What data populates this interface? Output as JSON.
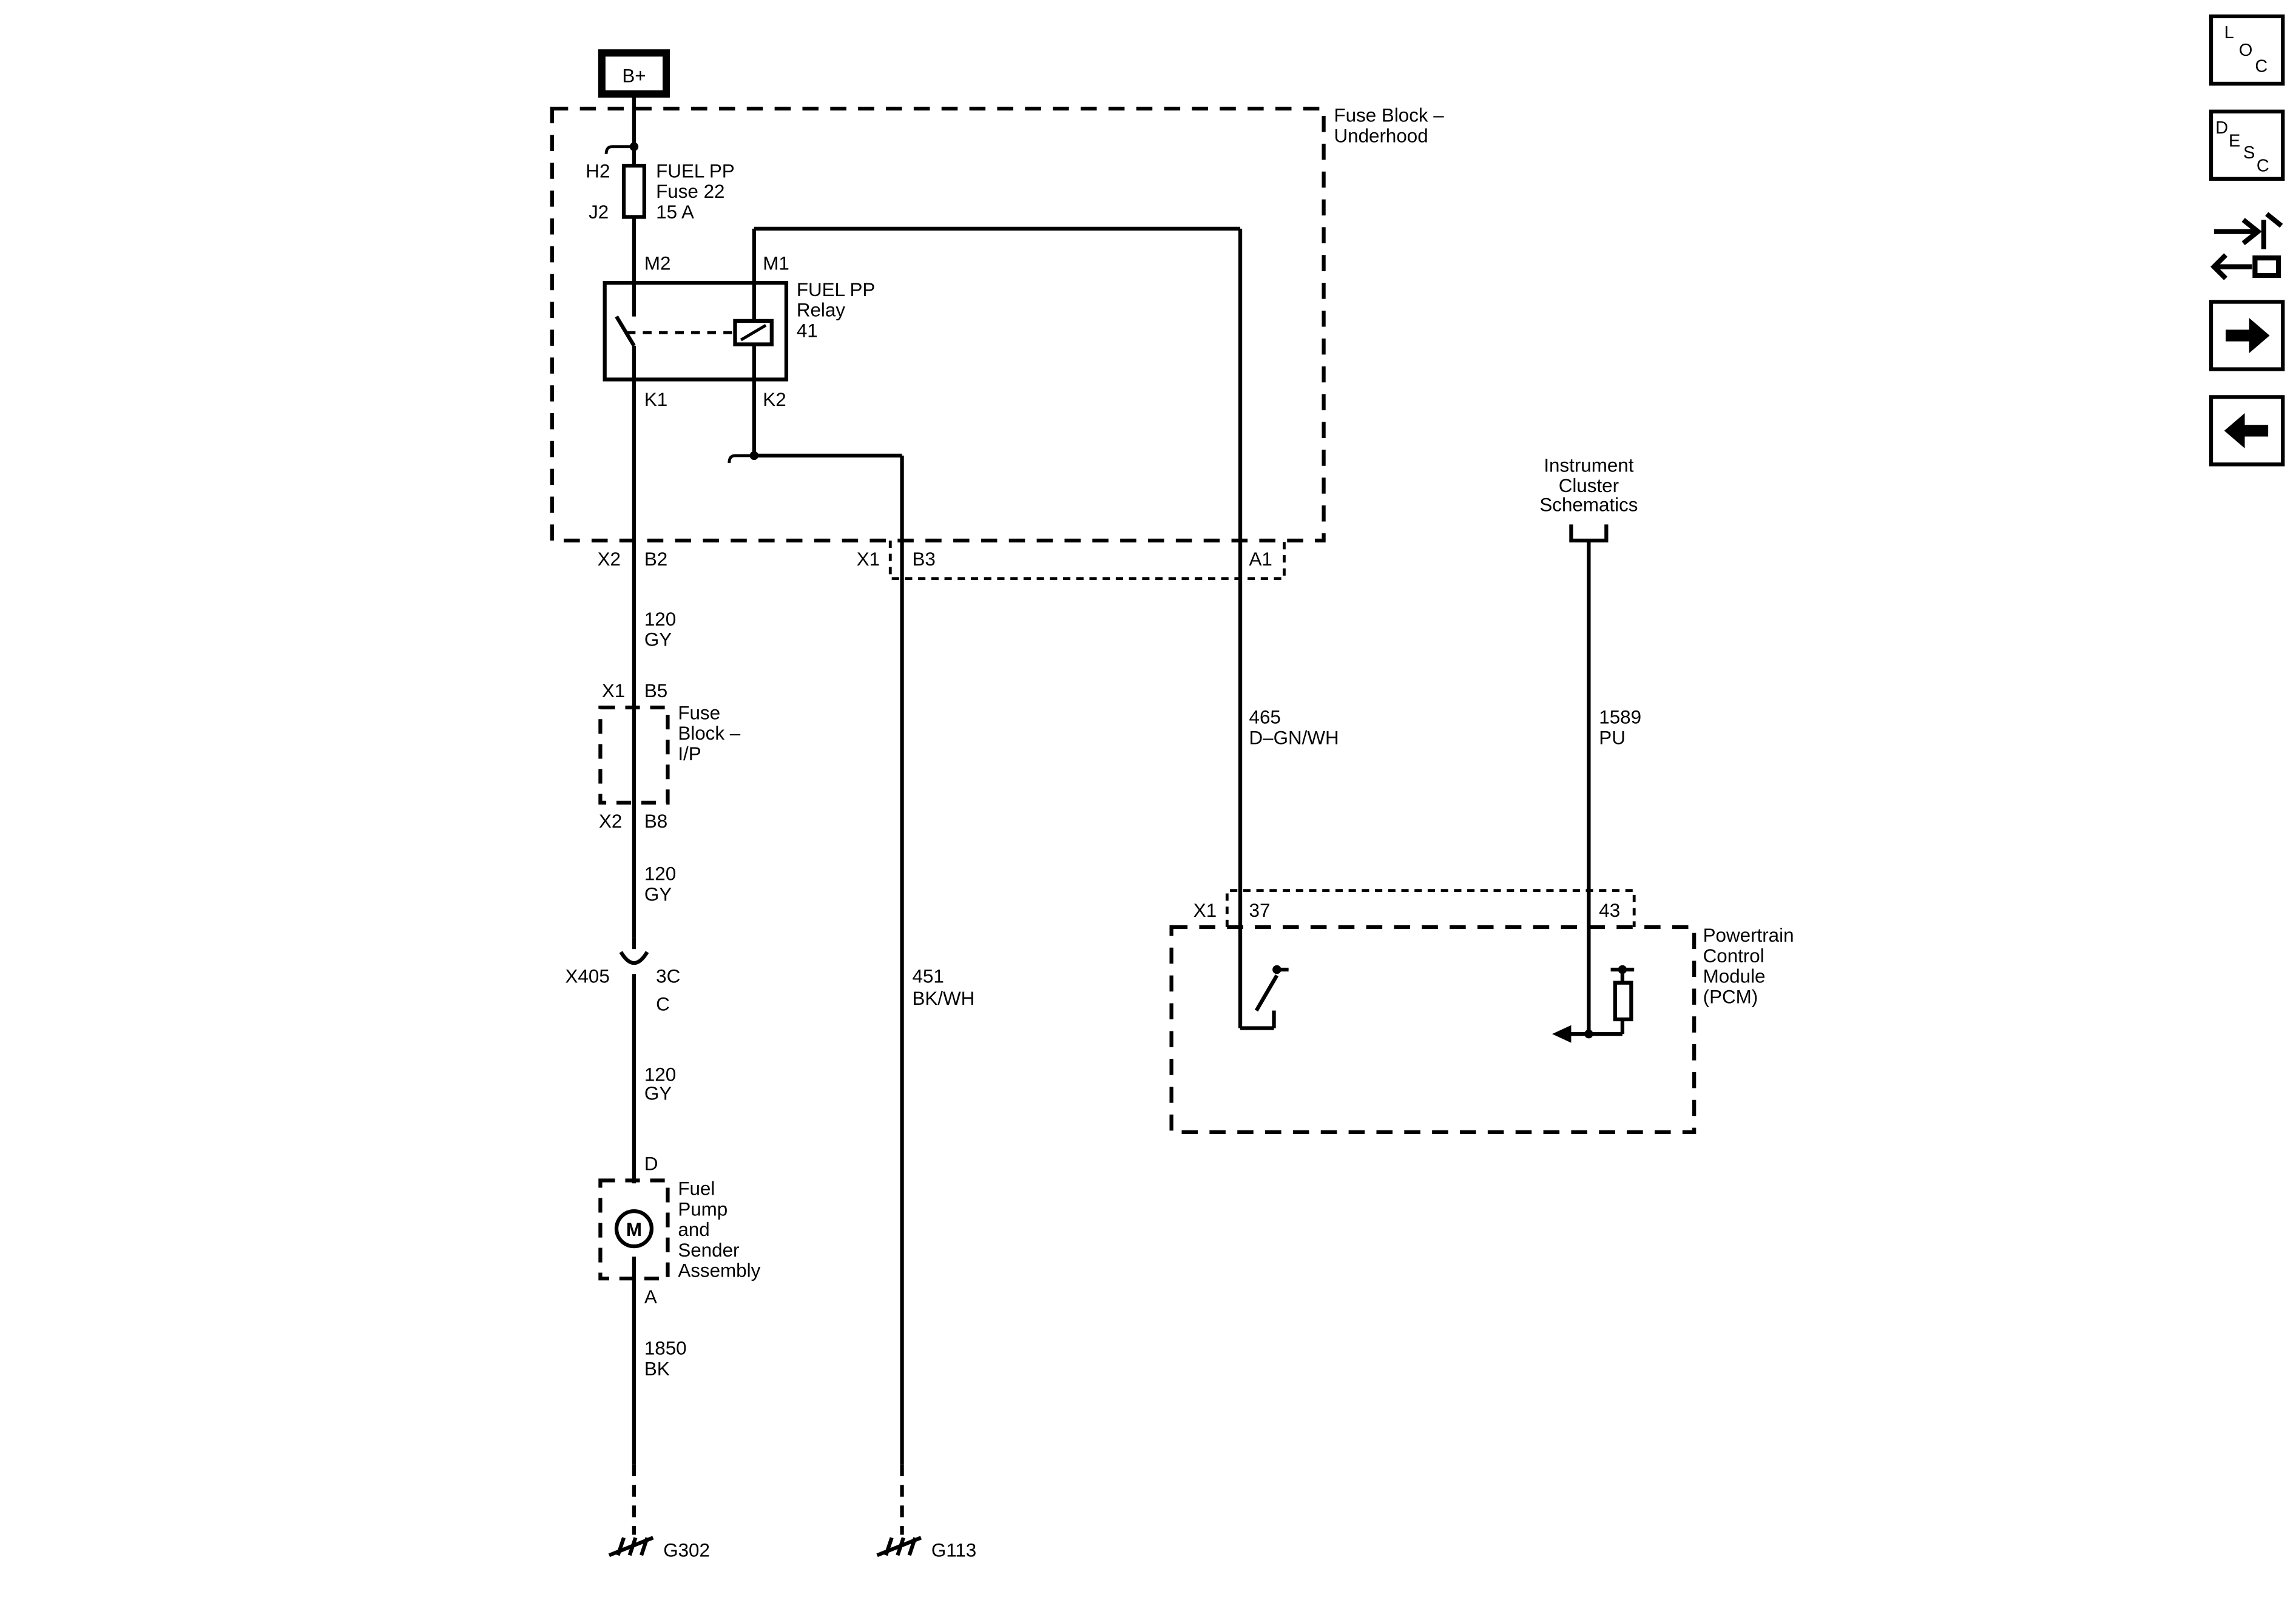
{
  "power": {
    "bplus": "B+"
  },
  "fuse_block_underhood": {
    "label1": "Fuse Block –",
    "label2": "Underhood"
  },
  "fuse": {
    "h2": "H2",
    "j2": "J2",
    "name": "FUEL PP",
    "fuse": "Fuse 22",
    "rating": "15 A"
  },
  "relay": {
    "m2": "M2",
    "m1": "M1",
    "name": "FUEL PP",
    "relay": "Relay",
    "number": "41",
    "k1": "K1",
    "k2": "K2"
  },
  "connectors": {
    "x2a": "X2",
    "b2": "B2",
    "x1a": "X1",
    "b3": "B3",
    "a1": "A1",
    "x1b": "X1",
    "b5": "B5",
    "x2b": "X2",
    "b8": "B8",
    "x405": "X405",
    "c3": "3C",
    "c": "C",
    "d": "D",
    "a": "A",
    "x1c": "X1",
    "p37": "37",
    "p43": "43"
  },
  "wires": {
    "w1_num": "120",
    "w1_col": "GY",
    "w2_num": "120",
    "w2_col": "GY",
    "w3_num": "120",
    "w3_col": "GY",
    "w4_num": "1850",
    "w4_col": "BK",
    "w5_num": "451",
    "w5_col": "BK/WH",
    "w6_num": "465",
    "w6_col": "D–GN/WH",
    "w7_num": "1589",
    "w7_col": "PU"
  },
  "fuse_block_ip": {
    "l1": "Fuse",
    "l2": "Block –",
    "l3": "I/P"
  },
  "fuel_pump": {
    "motor": "M",
    "l1": "Fuel",
    "l2": "Pump",
    "l3": "and",
    "l4": "Sender",
    "l5": "Assembly"
  },
  "grounds": {
    "g302": "G302",
    "g113": "G113"
  },
  "instrument": {
    "l1": "Instrument",
    "l2": "Cluster",
    "l3": "Schematics"
  },
  "pcm": {
    "l1": "Powertrain",
    "l2": "Control",
    "l3": "Module",
    "l4": "(PCM)"
  },
  "nav": {
    "loc": {
      "l": "L",
      "o": "O",
      "c": "C"
    },
    "desc": {
      "d": "D",
      "e": "E",
      "s": "S",
      "c": "C"
    }
  }
}
